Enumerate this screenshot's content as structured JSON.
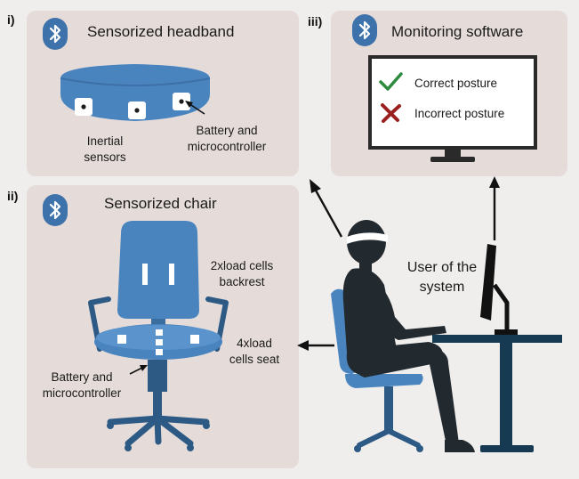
{
  "panels": {
    "headband": {
      "label": "i)",
      "title": "Sensorized headband",
      "sensors_label": [
        "Inertial",
        "sensors"
      ],
      "battery_label": [
        "Battery and",
        "microcontroller"
      ]
    },
    "software": {
      "label": "iii)",
      "title": "Monitoring software",
      "correct": "Correct posture",
      "incorrect": "Incorrect posture"
    },
    "chair": {
      "label": "ii)",
      "title": "Sensorized chair",
      "backrest_label": [
        "2xload cells",
        "backrest"
      ],
      "seat_label": [
        "4xload",
        "cells seat"
      ],
      "battery_label": [
        "Battery and",
        "microcontroller"
      ]
    }
  },
  "user": {
    "label": [
      "User of the",
      "system"
    ]
  },
  "colors": {
    "panel_bg": "#e5dcd9",
    "bluetooth": "#3d72ab",
    "headband": "#4a84bf",
    "chair": "#3a6e9e",
    "chair_dark": "#2c5a85",
    "person": "#232a2f",
    "desk": "#163a52",
    "check": "#2e8a3e",
    "cross": "#9a2020"
  },
  "icons": [
    "bluetooth-icon",
    "check-icon",
    "cross-icon",
    "monitor-icon"
  ]
}
